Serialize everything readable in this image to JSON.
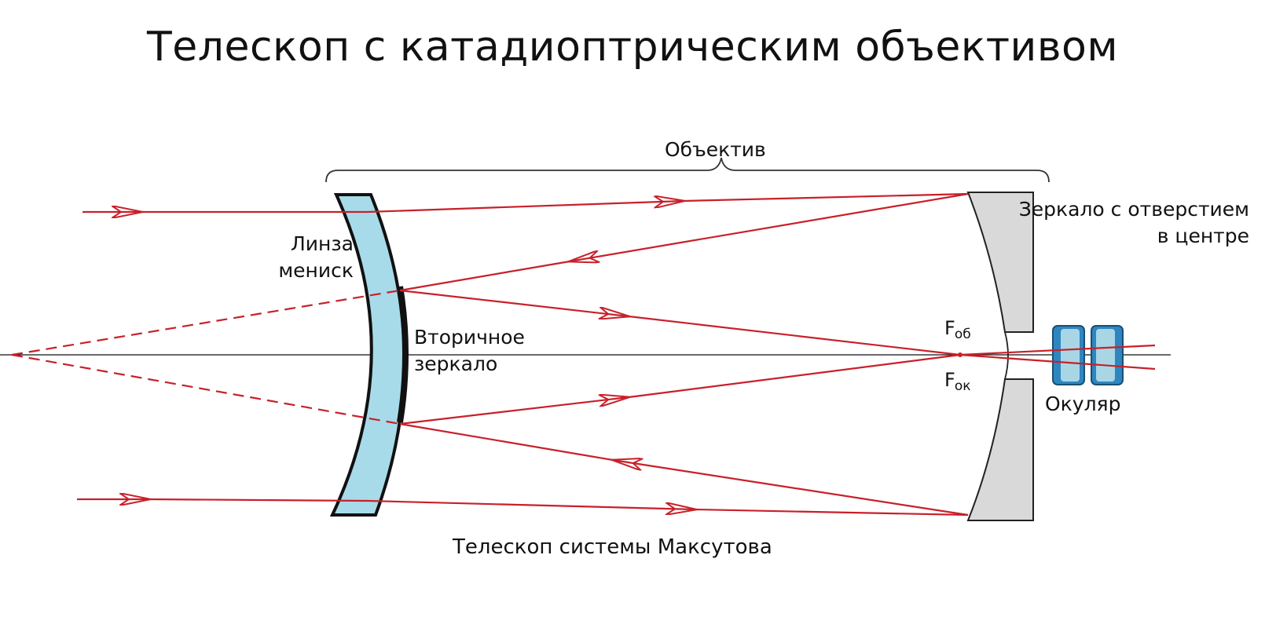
{
  "title": "Телескоп с катадиоптрическим объективом",
  "caption": "Телескоп системы Максутова",
  "labels": {
    "objective": "Объектив",
    "meniscus_lens_line1": "Линза",
    "meniscus_lens_line2": "мениск",
    "secondary_mirror_line1": "Вторичное",
    "secondary_mirror_line2": "зеркало",
    "primary_mirror_line1": "Зеркало с отверстием",
    "primary_mirror_line2": "в центре",
    "eyepiece": "Окуляр",
    "focus_objective_base": "F",
    "focus_objective_sub": "об",
    "focus_eyepiece_base": "F",
    "focus_eyepiece_sub": "ок"
  },
  "colors": {
    "ray": "#c8202a",
    "lens_fill": "#a7dbea",
    "mirror_fill": "#d9d9d9",
    "eyepiece_fill": "#2e86c1",
    "eyepiece_inner": "#a9d6e5"
  }
}
